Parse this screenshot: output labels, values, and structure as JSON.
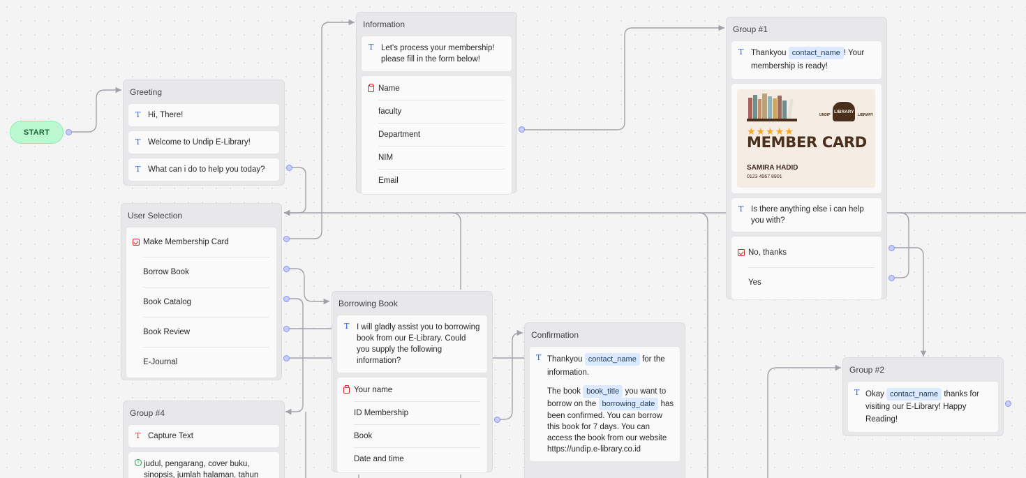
{
  "start": {
    "label": "START"
  },
  "greeting": {
    "title": "Greeting",
    "messages": [
      "Hi, There!",
      "Welcome to Undip E-Library!",
      "What can i do to help you today?"
    ]
  },
  "information": {
    "title": "Information",
    "message": "Let's process your membership! please fill in the form below!",
    "fields": [
      "Name",
      "faculty",
      "Department",
      "NIM",
      "Email"
    ]
  },
  "group1": {
    "title": "Group #1",
    "thanks_before": "Thankyou",
    "var_contact": "contact_name",
    "thanks_after": "! Your membership is ready!",
    "card": {
      "stars": "★★★★★",
      "title": "MEMBER CARD",
      "name": "SAMIRA HADID",
      "number": "0123 4567 8901",
      "logo": "LIBRARY",
      "logo_left": "UNDIP",
      "logo_right": "LIBRARY"
    },
    "question": "Is there anything else i can help you with?",
    "choices": [
      "No, thanks",
      "Yes"
    ]
  },
  "user_selection": {
    "title": "User Selection",
    "choices": [
      "Make Membership Card",
      "Borrow Book",
      "Book Catalog",
      "Book Review",
      "E-Journal"
    ]
  },
  "borrowing": {
    "title": "Borrowing Book",
    "message": "I will gladly assist you to borrowing book from our E-Library. Could you supply the following information?",
    "fields": [
      "Your name",
      "ID Membership",
      "Book",
      "Date and time"
    ]
  },
  "confirmation": {
    "title": "Confirmation",
    "p1_before": "Thankyou",
    "p1_var": "contact_name",
    "p1_after": "for the information.",
    "p2_a": "The book",
    "p2_var1": "book_title",
    "p2_b": "you want to borrow on the",
    "p2_var2": "borrowing_date",
    "p2_c": "has been confirmed. You can borrow this book for 7 days. You can access the book from our website https://undip.e-library.co.id"
  },
  "group2": {
    "title": "Group #2",
    "before": "Okay",
    "var": "contact_name",
    "after": "thanks for visiting our E-Library! Happy Reading!"
  },
  "group4": {
    "title": "Group #4",
    "capture": "Capture Text",
    "info": "judul, pengarang, cover buku, sinopsis, jumlah halaman, tahun"
  },
  "colors": {
    "edge": "#a1a1aa",
    "handle": "#c7cdfa",
    "start_bg": "#bbf7d0",
    "variable_bg": "#dbeafe"
  }
}
